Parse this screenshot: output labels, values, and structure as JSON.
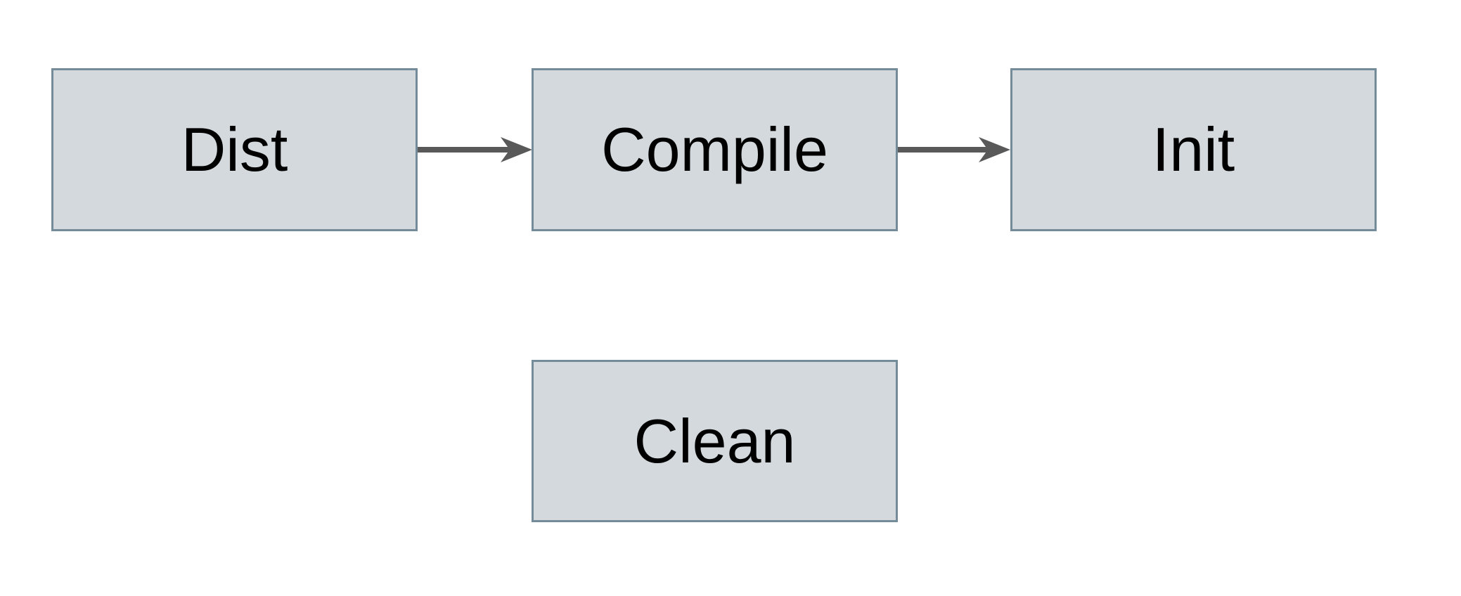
{
  "diagram": {
    "type": "flowchart",
    "background": "#ffffff",
    "colors": {
      "node_fill": "#d3d9dc",
      "node_border": "#748b9a",
      "arrow": "#595959",
      "text": "#000000"
    },
    "nodes": [
      {
        "id": "dist",
        "label": "Dist",
        "row": 1,
        "col": 1
      },
      {
        "id": "compile",
        "label": "Compile",
        "row": 1,
        "col": 2
      },
      {
        "id": "init",
        "label": "Init",
        "row": 1,
        "col": 3
      },
      {
        "id": "clean",
        "label": "Clean",
        "row": 2,
        "col": 2
      }
    ],
    "edges": [
      {
        "from": "Dist",
        "to": "Compile",
        "style": "solid-arrow"
      },
      {
        "from": "Compile",
        "to": "Init",
        "style": "solid-arrow"
      }
    ]
  }
}
